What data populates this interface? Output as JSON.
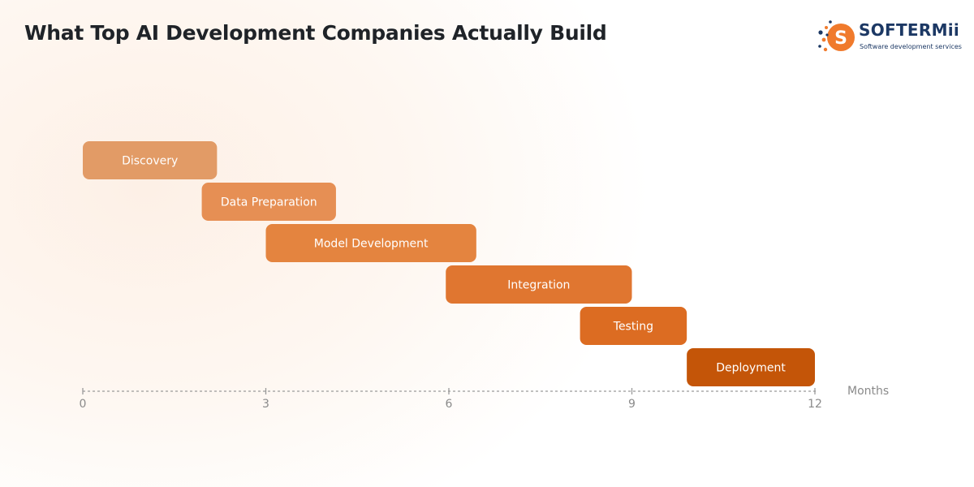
{
  "title": "What Top AI Development Companies Actually Build",
  "logo": {
    "name": "SOFTERMii",
    "tagline": "Software development services",
    "letter": "S"
  },
  "colors": {
    "title": "#1f2328",
    "brand_orange": "#f07a2c",
    "brand_navy": "#1c3864",
    "axis": "#9a9a9a"
  },
  "chart_data": {
    "type": "gantt",
    "xlabel": "Months",
    "xlim": [
      0,
      12
    ],
    "xticks": [
      0,
      3,
      6,
      9,
      12
    ],
    "grid": false,
    "tasks": [
      {
        "name": "Discovery",
        "start": 0,
        "end": 2.2,
        "color": "#e29b66"
      },
      {
        "name": "Data Preparation",
        "start": 1.95,
        "end": 4.15,
        "color": "#e68f54"
      },
      {
        "name": "Model Development",
        "start": 3.0,
        "end": 6.45,
        "color": "#e4843f"
      },
      {
        "name": "Integration",
        "start": 5.95,
        "end": 9.0,
        "color": "#e07630"
      },
      {
        "name": "Testing",
        "start": 8.15,
        "end": 9.9,
        "color": "#dc6c22"
      },
      {
        "name": "Deployment",
        "start": 9.9,
        "end": 12.0,
        "color": "#c45508"
      }
    ]
  }
}
